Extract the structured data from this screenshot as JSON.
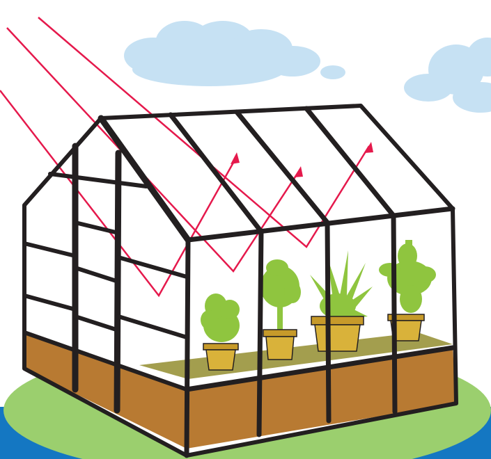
{
  "illustration": {
    "subject": "greenhouse-effect",
    "colors": {
      "sky": "#ffffff",
      "cloud": "#c6e1f3",
      "water": "#1477c2",
      "grass": "#9bcf6e",
      "frame": "#231f20",
      "glass": "#ffffff",
      "sun_rays": "#e5194c",
      "soil": "#b87a32",
      "bench_top": "#a39e4e",
      "plant": "#8fc53f",
      "pot": "#d9b23a",
      "pot_rim": "#c79a2a"
    },
    "plants": [
      "bush",
      "round-tree",
      "spiky-palm",
      "leafy-shrub"
    ],
    "ray_count": 3
  }
}
